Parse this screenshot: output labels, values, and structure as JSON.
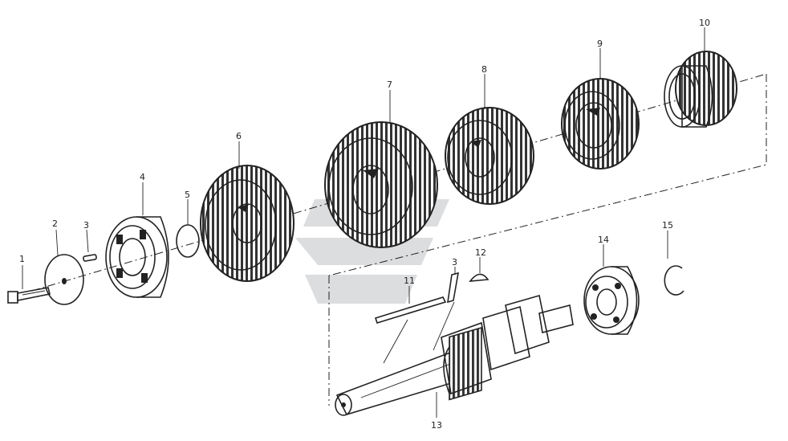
{
  "diagram": {
    "callouts": [
      "1",
      "2",
      "3",
      "4",
      "5",
      "6",
      "7",
      "8",
      "9",
      "10",
      "11",
      "3",
      "12",
      "14",
      "15",
      "13"
    ],
    "colors": {
      "ink": "#222222",
      "paper": "#ffffff",
      "watermark": "#9aa0a6"
    }
  }
}
